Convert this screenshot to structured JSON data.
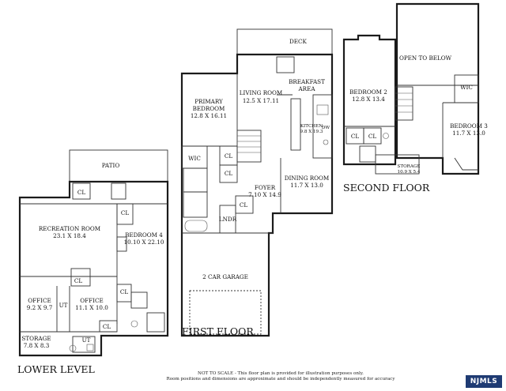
{
  "floors": {
    "lower": "LOWER LEVEL",
    "first": "FIRST FLOOR",
    "second": "SECOND FLOOR"
  },
  "lower": {
    "patio": "PATIO",
    "recreation_name": "RECREATION ROOM",
    "recreation_dims": "23.1 X 18.4",
    "bedroom4_name": "BEDROOM 4",
    "bedroom4_dims": "10.10 X 22.10",
    "office1_name": "OFFICE",
    "office1_dims": "9.2 X 9.7",
    "office2_name": "OFFICE",
    "office2_dims": "11.1 X 10.0",
    "storage_name": "STORAGE",
    "storage_dims": "7.8 X 8.3",
    "ut1": "UT",
    "ut2": "UT",
    "cl1": "CL",
    "cl2": "CL",
    "cl3": "CL",
    "cl4": "CL",
    "cl5": "CL"
  },
  "first": {
    "deck": "DECK",
    "living_name": "LIVING ROOM",
    "living_dims": "12.5 X 17.11",
    "breakfast_line1": "BREAKFAST",
    "breakfast_line2": "AREA",
    "primary_line1": "PRIMARY",
    "primary_line2": "BEDROOM",
    "primary_dims": "12.8 X 16.11",
    "kitchen_name": "KITCHEN",
    "kitchen_dims": "9.8 X 19.3",
    "dw": "DW",
    "wic": "WIC",
    "cl1": "CL",
    "cl2": "CL",
    "cl3": "CL",
    "foyer_name": "FOYER",
    "foyer_dims": "7.10 X 14.9",
    "dining_name": "DINING ROOM",
    "dining_dims": "11.7 X 13.0",
    "lndr": "LNDR",
    "garage": "2 CAR GARAGE"
  },
  "second": {
    "open_below": "OPEN TO BELOW",
    "bedroom2_name": "BEDROOM 2",
    "bedroom2_dims": "12.8 X 13.4",
    "wic": "WIC",
    "bedroom3_name": "BEDROOM 3",
    "bedroom3_dims": "11.7 X 13.0",
    "cl1": "CL",
    "cl2": "CL",
    "storage_name": "STORAGE",
    "storage_dims": "10.9 X 5.4"
  },
  "note_line1": "NOT TO SCALE - This floor plan is provided for illustration purposes only.",
  "note_line2": "Room positions and dimensions are approximate and should be independently measured for accuracy",
  "logo_text": "NJMLS",
  "colors": {
    "walls": "#1b1b1b",
    "logo_bg": "#1f3b73"
  }
}
